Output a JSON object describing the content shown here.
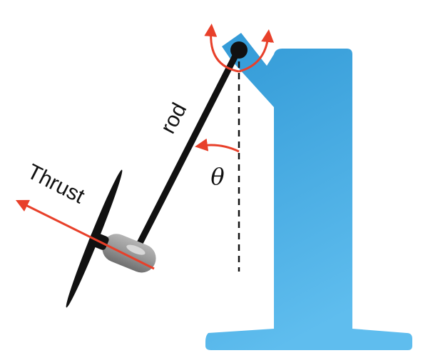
{
  "labels": {
    "rod": "rod",
    "thrust": "Thrust",
    "theta": "θ"
  },
  "colors": {
    "stand": "#3ba3dd",
    "stand_light": "#5fb9ec",
    "rod": "#111111",
    "arrow": "#e8402a",
    "motor": "#8c8c8c",
    "background": "#ffffff"
  }
}
